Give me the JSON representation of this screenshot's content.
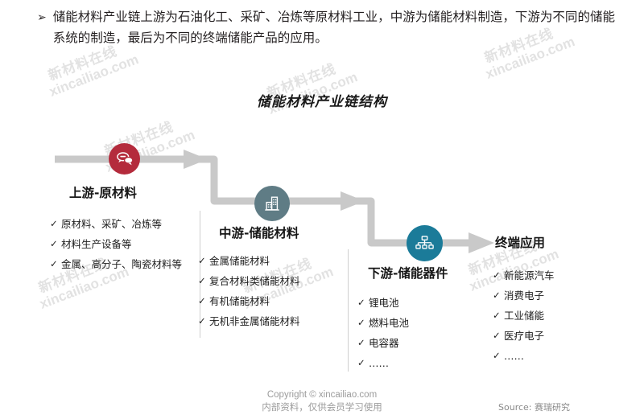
{
  "intro": {
    "bullet_glyph": "➢",
    "text": "储能材料产业链上游为石油化工、采矿、冶炼等原材料工业，中游为储能材料制造，下游为不同的储能系统的制造，最后为不同的终端储能产品的应用。"
  },
  "chart_title": "储能材料产业链结构",
  "watermark": {
    "cn": "新材料在线",
    "en": "xincailiao.com"
  },
  "colors": {
    "upstream": "#b42b3c",
    "midstream": "#5f7c85",
    "downstream": "#1b7b99",
    "flow_line": "#c9c9c9",
    "divider": "#cfcfcf"
  },
  "stages": [
    {
      "key": "upstream",
      "icon_name": "speech-bubbles-icon",
      "color": "#b42b3c",
      "heading": "上游-原材料",
      "items": [
        "原材料、采矿、冶炼等",
        "材料生产设备等",
        "金属、高分子、陶瓷材料等"
      ]
    },
    {
      "key": "midstream",
      "icon_name": "factory-building-icon",
      "color": "#5f7c85",
      "heading": "中游-储能材料",
      "items": [
        "金属储能材料",
        "复合材料类储能材料",
        "有机储能材料",
        "无机非金属储能材料"
      ]
    },
    {
      "key": "downstream",
      "icon_name": "network-hierarchy-icon",
      "color": "#1b7b99",
      "heading": "下游-储能器件",
      "items": [
        "锂电池",
        "燃料电池",
        "电容器",
        "……"
      ]
    },
    {
      "key": "terminal",
      "icon_name": "",
      "color": "",
      "heading": "终端应用",
      "items": [
        "新能源汽车",
        "消费电子",
        "工业储能",
        "医疗电子",
        "……"
      ]
    }
  ],
  "tick_glyph": "✓",
  "footer": {
    "copyright": "Copyright © xincailiao.com",
    "notice": "内部资料，仅供会员学习使用",
    "source": "Source: 赛瑞研究"
  }
}
